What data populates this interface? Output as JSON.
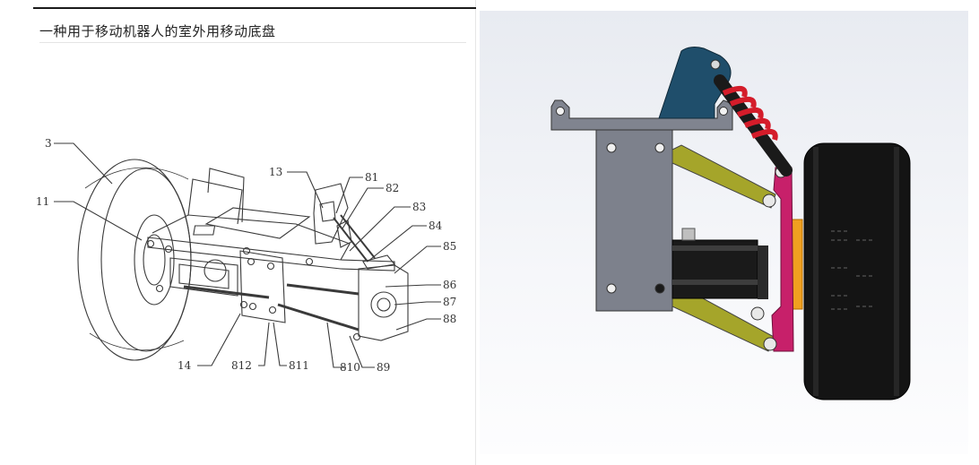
{
  "document": {
    "title": "一种用于移动机器人的室外用移动底盘"
  },
  "drawing": {
    "part_labels": [
      "3",
      "11",
      "13",
      "81",
      "82",
      "83",
      "84",
      "85",
      "86",
      "87",
      "88",
      "14",
      "812",
      "811",
      "810",
      "89"
    ]
  },
  "colors": {
    "line": "#3a3a3a",
    "frame_plate": "#7d818c",
    "mount_blue": "#1f4e6b",
    "spring_red": "#d41c2a",
    "arm_olive": "#a5a52a",
    "upright_magenta": "#c7206a",
    "hub_orange": "#f0a020",
    "motor_black": "#1a1a1a",
    "tire_black": "#141414"
  }
}
